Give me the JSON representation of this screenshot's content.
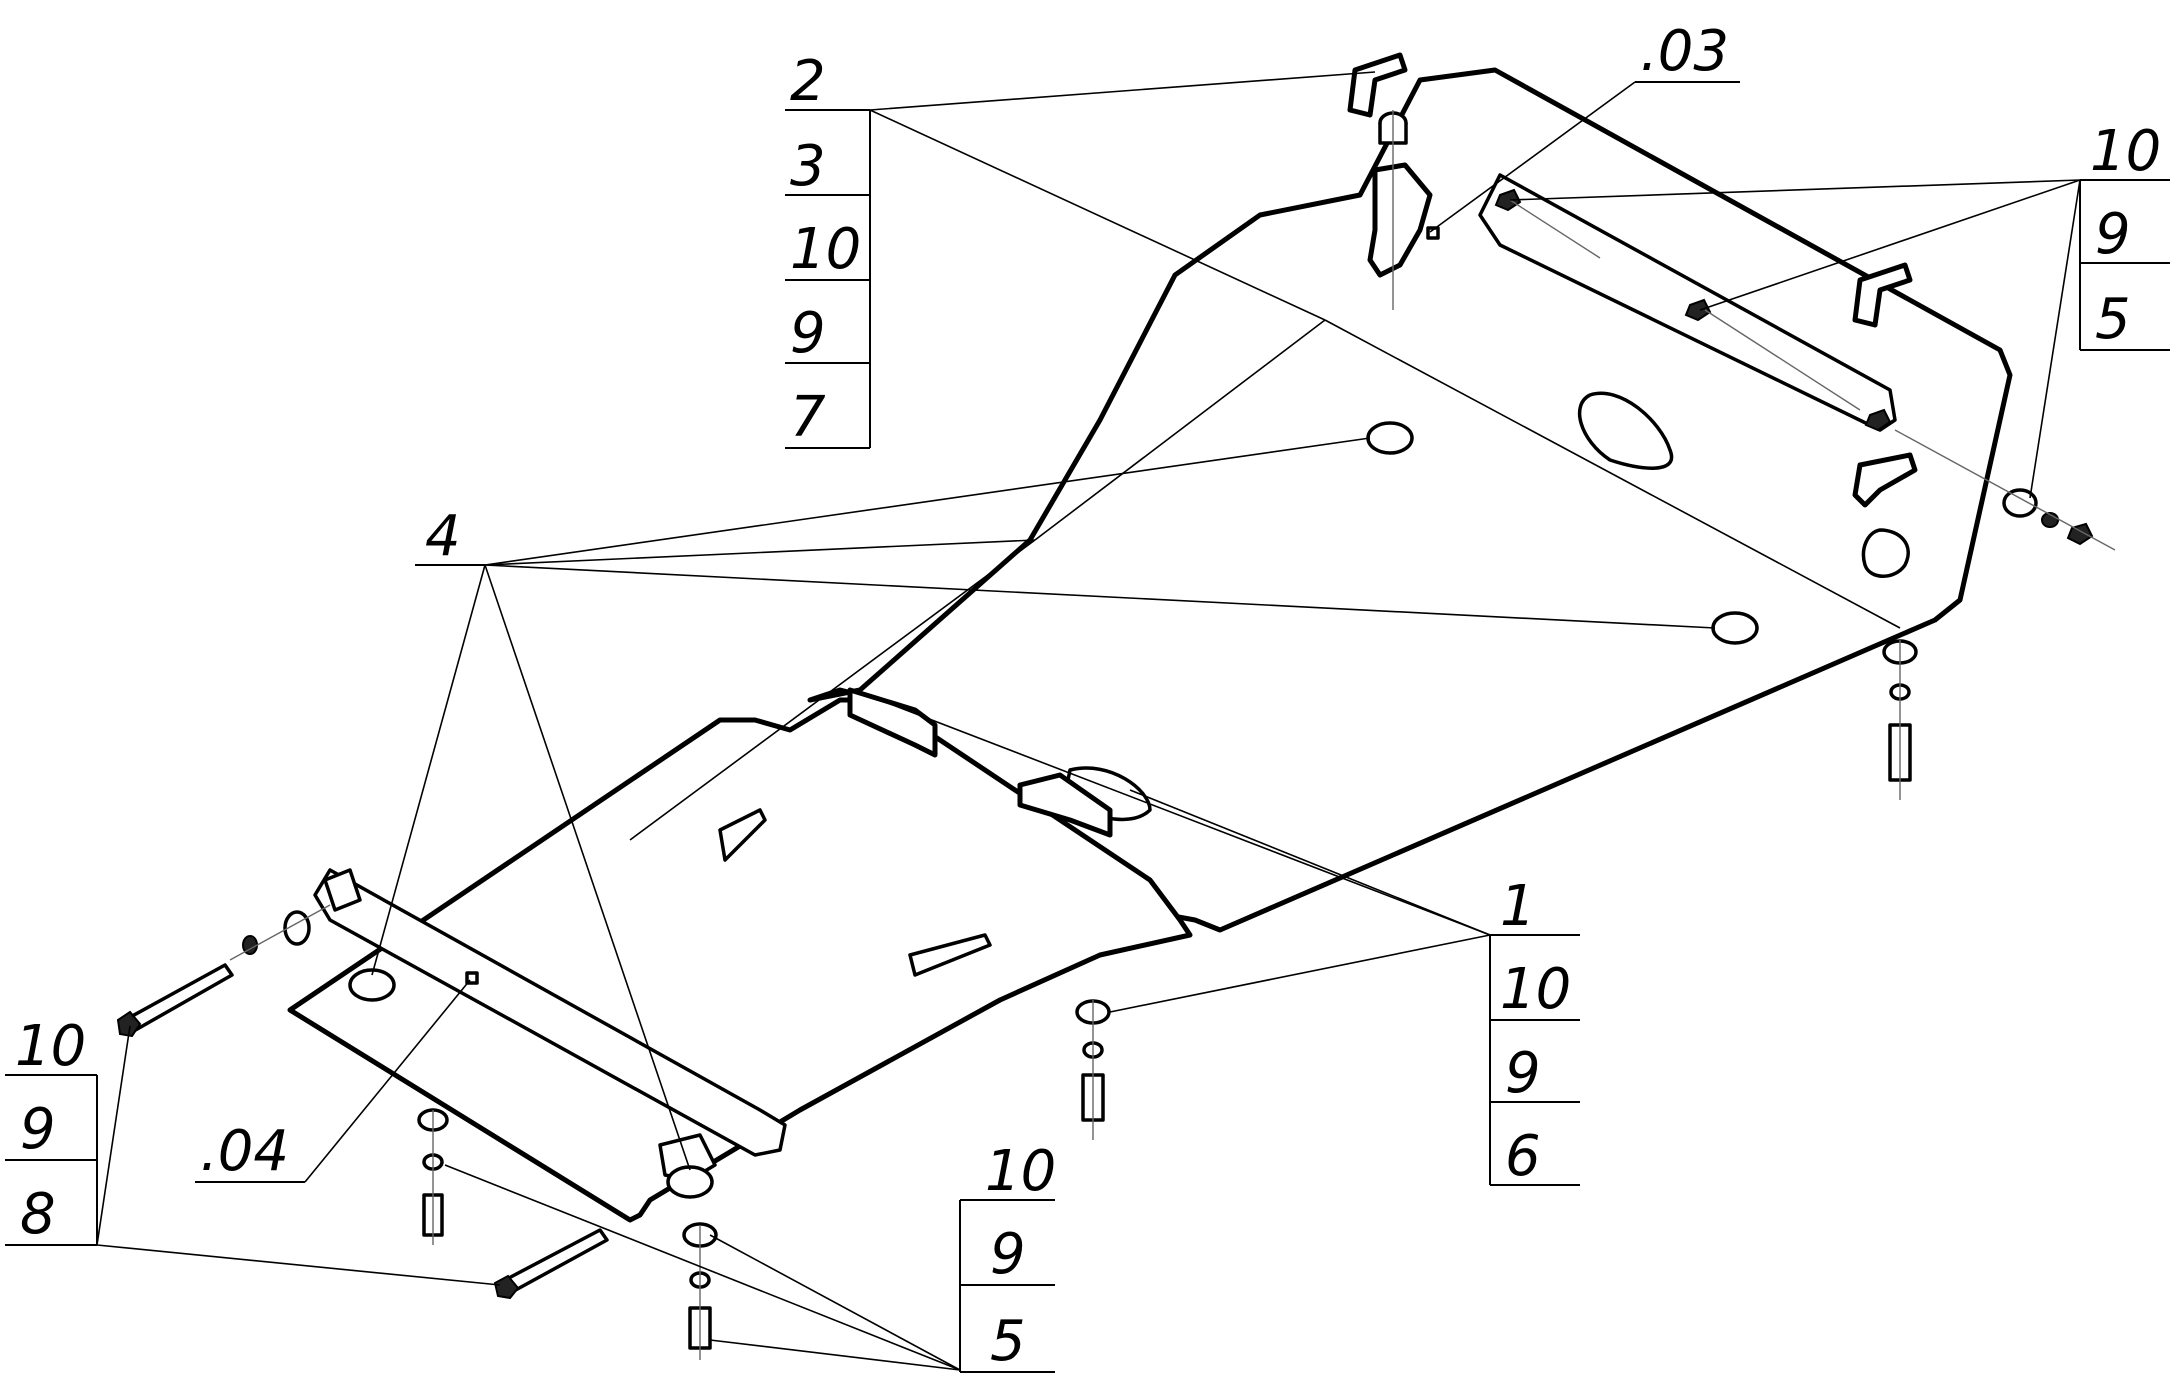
{
  "callouts": [
    {
      "id": "top-left-stack",
      "labels": [
        "2",
        "3",
        "10",
        "9",
        "7"
      ]
    },
    {
      "id": "plate-03",
      "labels": [
        ".03"
      ]
    },
    {
      "id": "top-right-stack",
      "labels": [
        "10",
        "9",
        "5"
      ]
    },
    {
      "id": "stiffener",
      "labels": [
        "4"
      ]
    },
    {
      "id": "middle-right-stack",
      "labels": [
        "1",
        "10",
        "9",
        "6"
      ]
    },
    {
      "id": "left-stack",
      "labels": [
        "10",
        "9",
        "8"
      ]
    },
    {
      "id": "plate-04",
      "labels": [
        ".04"
      ]
    },
    {
      "id": "bottom-stack",
      "labels": [
        "10",
        "9",
        "5"
      ]
    }
  ]
}
